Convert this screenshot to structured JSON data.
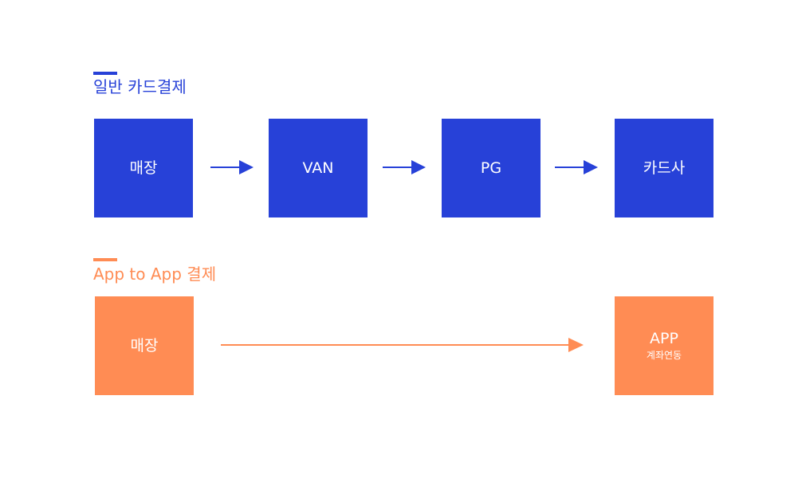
{
  "colors": {
    "blue": "#2741d8",
    "orange": "#ff8c54"
  },
  "sections": [
    {
      "title": "일반 카드결제",
      "nodes": [
        {
          "label": "매장"
        },
        {
          "label": "VAN"
        },
        {
          "label": "PG"
        },
        {
          "label": "카드사"
        }
      ]
    },
    {
      "title": "App to App 결제",
      "nodes": [
        {
          "label": "매장"
        },
        {
          "label": "APP",
          "sublabel": "계좌연동"
        }
      ]
    }
  ]
}
